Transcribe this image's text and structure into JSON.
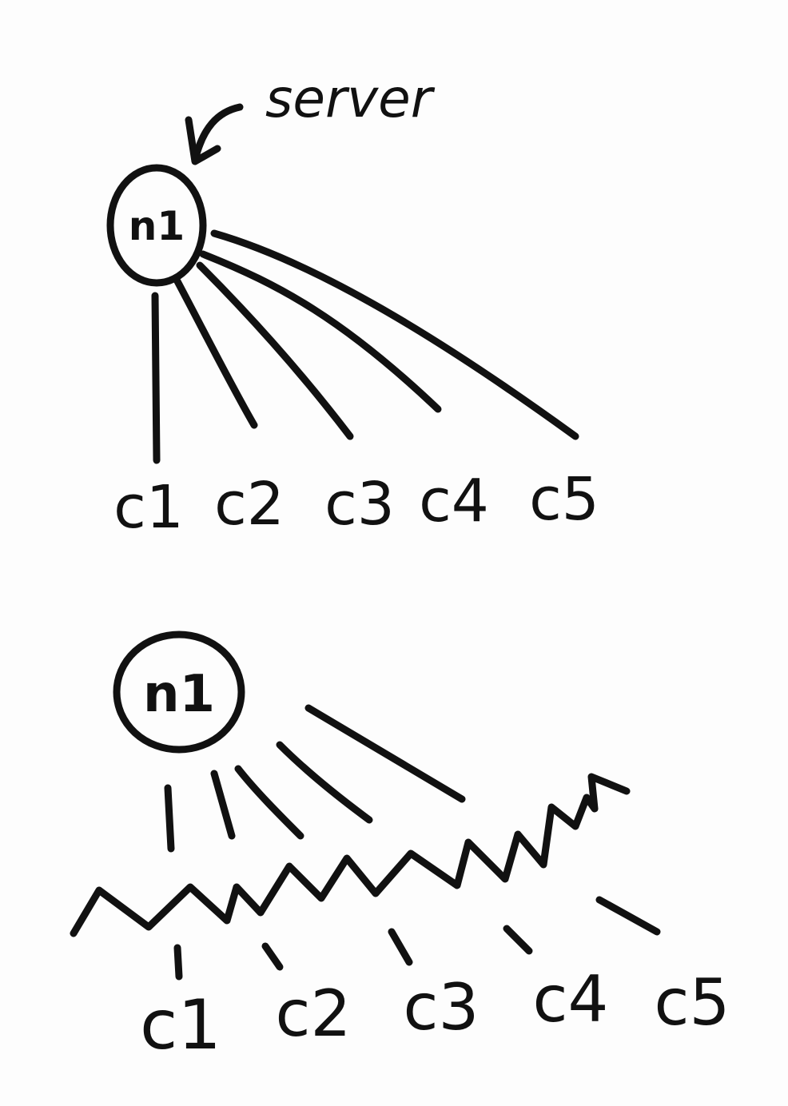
{
  "diagram_top": {
    "annotation": "server",
    "node_label": "n1",
    "clients": [
      "c1",
      "c2",
      "c3",
      "c4",
      "c5"
    ]
  },
  "diagram_bottom": {
    "node_label": "n1",
    "clients": [
      "c1",
      "c2",
      "c3",
      "c4",
      "c5"
    ]
  }
}
